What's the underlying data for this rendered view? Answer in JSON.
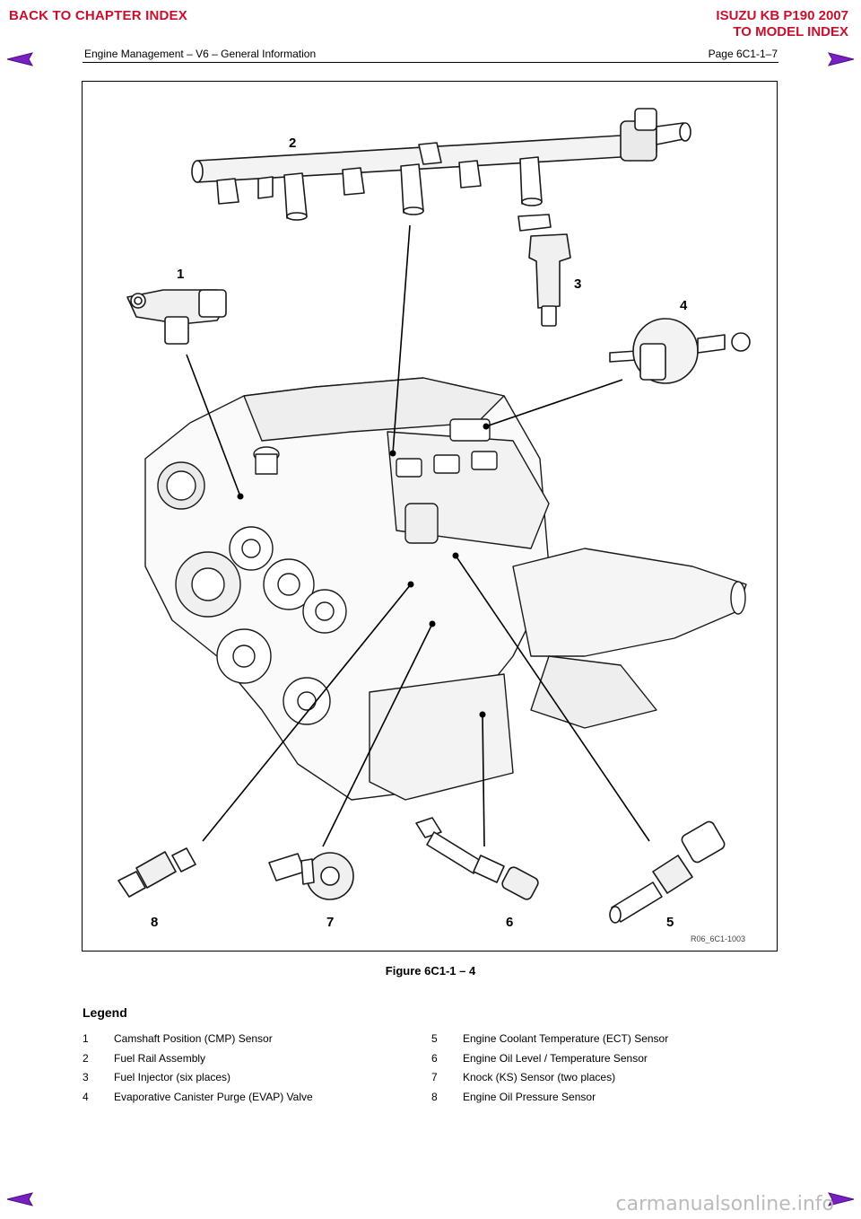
{
  "header": {
    "back_link": "BACK TO CHAPTER INDEX",
    "model_line1": "ISUZU KB P190 2007",
    "model_line2": "TO MODEL INDEX",
    "section_title": "Engine Management – V6 – General Information",
    "page_number": "Page 6C1-1–7"
  },
  "colors": {
    "link_red": "#c8102e",
    "nav_arrow": "#7a1fc4"
  },
  "icons": {
    "prev": "left-triangle-arrow",
    "next": "right-triangle-arrow"
  },
  "figure": {
    "callouts": [
      "1",
      "2",
      "3",
      "4",
      "5",
      "6",
      "7",
      "8"
    ],
    "ref_code": "R06_6C1-1003",
    "caption": "Figure 6C1-1 – 4"
  },
  "legend": {
    "title": "Legend",
    "items": [
      {
        "num": "1",
        "text": "Camshaft Position (CMP) Sensor"
      },
      {
        "num": "2",
        "text": "Fuel Rail Assembly"
      },
      {
        "num": "3",
        "text": "Fuel Injector (six places)"
      },
      {
        "num": "4",
        "text": "Evaporative Canister Purge (EVAP) Valve"
      },
      {
        "num": "5",
        "text": "Engine Coolant Temperature (ECT) Sensor"
      },
      {
        "num": "6",
        "text": "Engine Oil Level / Temperature Sensor"
      },
      {
        "num": "7",
        "text": "Knock (KS) Sensor (two places)"
      },
      {
        "num": "8",
        "text": "Engine Oil Pressure Sensor"
      }
    ]
  },
  "footer": {
    "watermark": "carmanualsonline.info"
  }
}
